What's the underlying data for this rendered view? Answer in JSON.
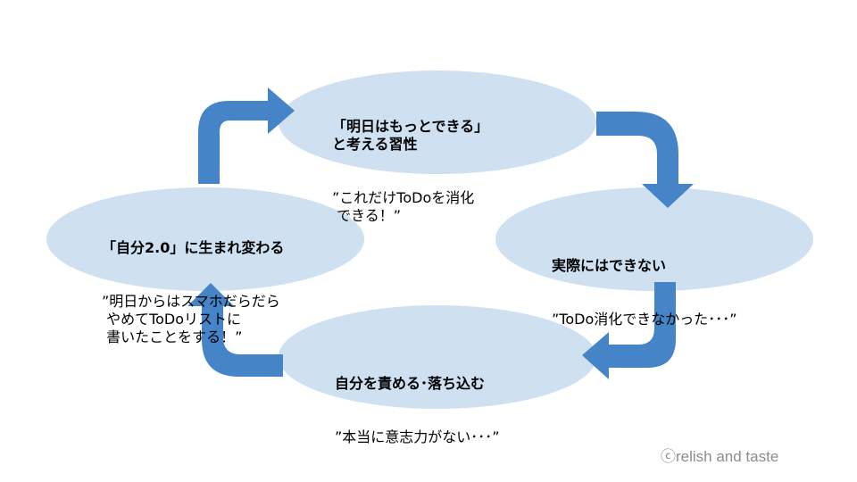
{
  "colors": {
    "ellipse_fill": "#cfe0f1",
    "arrow_fill": "#4584c7",
    "text": "#000000",
    "copyright": "#8c8c8c"
  },
  "nodes": {
    "top": {
      "title": "「明日はもっとできる」\nと考える習性",
      "body": "”これだけToDoを消化\n できる！”"
    },
    "right": {
      "title": "実際にはできない",
      "body": "”ToDo消化できなかった･･･”"
    },
    "bottom": {
      "title": "自分を責める･落ち込む",
      "body": "”本当に意志力がない･･･”"
    },
    "left": {
      "title": "「自分2.0」に生まれ変わる",
      "body": "”明日からはスマホだらだら\n やめてToDoリストに\n 書いたことをする！”"
    }
  },
  "copyright": "ⓒrelish and taste"
}
